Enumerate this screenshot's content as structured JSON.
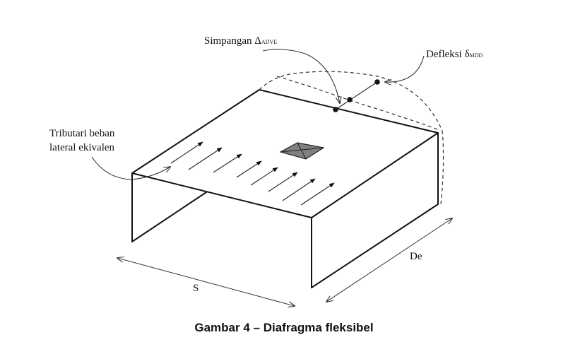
{
  "figure": {
    "caption": "Gambar 4 – Diafragma fleksibel",
    "labels": {
      "simpangan": {
        "main": "Simpangan ",
        "symbol": "Δ",
        "subscript": "ADVE"
      },
      "defleksi": {
        "main": "Defleksi ",
        "symbol": "δ",
        "subscript": "MDD"
      },
      "tributari_line1": "Tributari beban",
      "tributari_line2": "lateral ekivalen",
      "span": "S",
      "depth": "De"
    },
    "elements": {
      "roof_diaphragm": "flat roof panel",
      "walls": [
        "left wall",
        "right wall"
      ],
      "central_opening": "shaded rectangle with X",
      "load_arrows_count": 8,
      "deflected_shape": "dashed curve",
      "points": [
        "diaphragm edge",
        "wall top displacement",
        "mid-span deflection"
      ]
    },
    "colors": {
      "line": "#111111",
      "opening_fill": "#808080",
      "background": "#ffffff"
    }
  }
}
